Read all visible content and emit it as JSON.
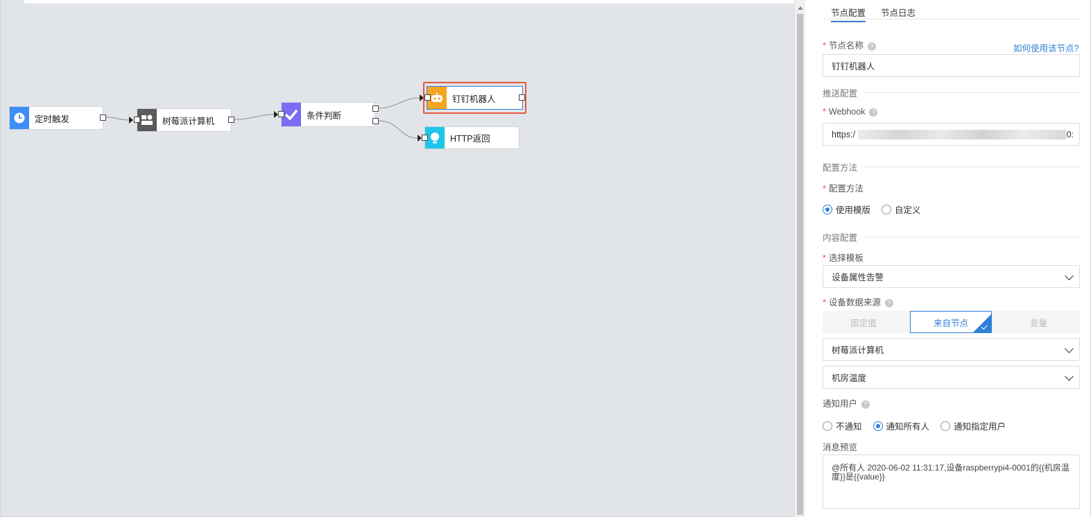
{
  "canvas": {
    "nodes": [
      {
        "label": "定时触发",
        "icon": "clock-icon",
        "color": "#3e8ef7"
      },
      {
        "label": "树莓派计算机",
        "icon": "device-icon",
        "color": "#5a5a5a"
      },
      {
        "label": "条件判断",
        "icon": "check-icon",
        "color": "#7b6cf6"
      },
      {
        "label": "钉钉机器人",
        "icon": "robot-icon",
        "color": "#f5a623"
      },
      {
        "label": "HTTP返回",
        "icon": "bulb-icon",
        "color": "#1ec5e8"
      }
    ],
    "selected_border_color": "#e8573e"
  },
  "panel": {
    "tabs": [
      {
        "label": "节点配置",
        "active": true
      },
      {
        "label": "节点日志",
        "active": false
      }
    ],
    "node_name": {
      "label": "节点名称",
      "help_link": "如何使用该节点?",
      "value": "钉钉机器人"
    },
    "push_section": "推送配置",
    "webhook": {
      "label": "Webhook",
      "value_start": "https:/",
      "value_end": "0:"
    },
    "method_section": "配置方法",
    "method": {
      "label": "配置方法",
      "options": [
        "使用模版",
        "自定义"
      ],
      "selected": "使用模版"
    },
    "content_section": "内容配置",
    "template": {
      "label": "选择模板",
      "value": "设备属性告警"
    },
    "data_source": {
      "label": "设备数据来源",
      "options": [
        "固定值",
        "来自节点",
        "变量"
      ],
      "selected": "来自节点",
      "node_value": "树莓派计算机",
      "property_value": "机房温度"
    },
    "notify": {
      "label": "通知用户",
      "options": [
        "不通知",
        "通知所有人",
        "通知指定用户"
      ],
      "selected": "通知所有人"
    },
    "preview": {
      "label": "消息预览",
      "text": "@所有人 2020-06-02 11:31:17,设备raspberrypi4-0001的{{机房温度}}是{{value}}"
    },
    "accent_color": "#2d7fd8"
  }
}
